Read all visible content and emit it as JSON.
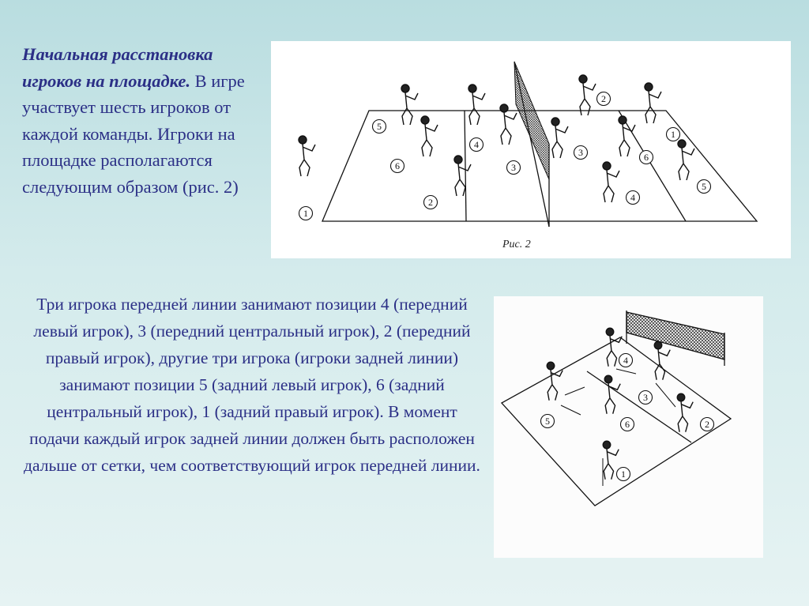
{
  "intro": {
    "title": "Начальная расстановка игроков на площадке.",
    "body": " В игре участвует шесть игроков от каждой команды. Игроки на площадке располагаются следующим образом (рис. 2)"
  },
  "detail": "Три игрока передней линии занимают позиции 4 (передний левый игрок), 3 (передний центральный игрок), 2 (передний правый игрок), другие три игрока (игроки задней линии) занимают позиции 5 (задний левый игрок), 6 (задний центральный игрок), 1 (задний правый игрок). В момент подачи каждый игрок задней линии должен быть расположен дальше от сетки, чем соответствующий игрок передней линии.",
  "figure1": {
    "caption": "Рис. 2",
    "left_team_positions": [
      "1",
      "5",
      "6",
      "4",
      "3",
      "2"
    ],
    "right_team_positions": [
      "2",
      "1",
      "3",
      "6",
      "4",
      "5"
    ]
  },
  "figure2": {
    "positions": [
      "4",
      "3",
      "2",
      "5",
      "6",
      "1"
    ]
  }
}
